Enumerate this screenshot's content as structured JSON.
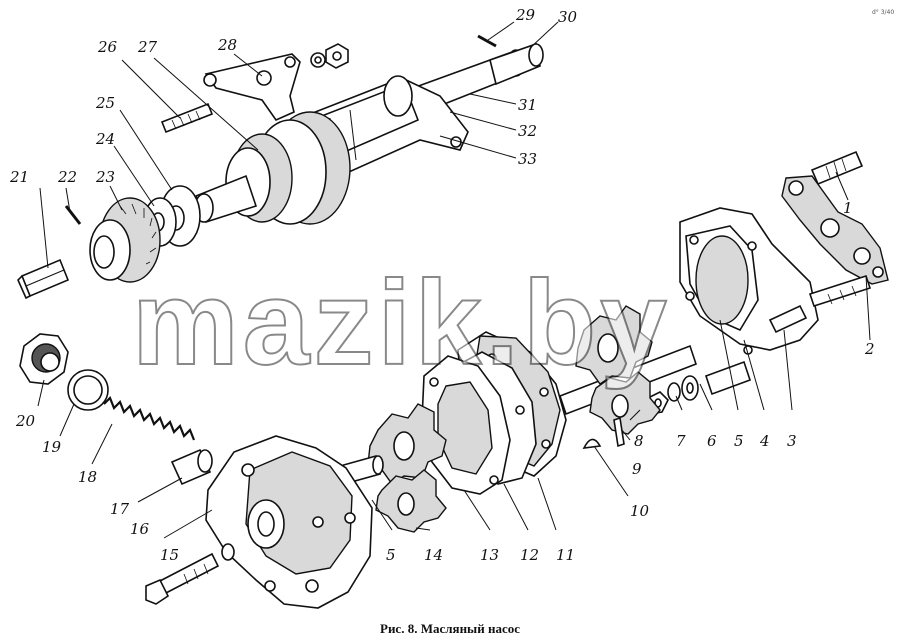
{
  "caption": "Рис. 8. Масляный насос",
  "watermark": "mazik.by",
  "corner_text": "d° 3/40",
  "callouts": [
    {
      "id": "c1",
      "label": "1"
    },
    {
      "id": "c2",
      "label": "2"
    },
    {
      "id": "c3",
      "label": "3"
    },
    {
      "id": "c4",
      "label": "4"
    },
    {
      "id": "c5a",
      "label": "5"
    },
    {
      "id": "c5b",
      "label": "5"
    },
    {
      "id": "c6",
      "label": "6"
    },
    {
      "id": "c7",
      "label": "7"
    },
    {
      "id": "c8",
      "label": "8"
    },
    {
      "id": "c9",
      "label": "9"
    },
    {
      "id": "c10",
      "label": "10"
    },
    {
      "id": "c11",
      "label": "11"
    },
    {
      "id": "c12",
      "label": "12"
    },
    {
      "id": "c13",
      "label": "13"
    },
    {
      "id": "c14",
      "label": "14"
    },
    {
      "id": "c15",
      "label": "15"
    },
    {
      "id": "c16",
      "label": "16"
    },
    {
      "id": "c17",
      "label": "17"
    },
    {
      "id": "c18",
      "label": "18"
    },
    {
      "id": "c19",
      "label": "19"
    },
    {
      "id": "c20",
      "label": "20"
    },
    {
      "id": "c21",
      "label": "21"
    },
    {
      "id": "c22",
      "label": "22"
    },
    {
      "id": "c23",
      "label": "23"
    },
    {
      "id": "c24",
      "label": "24"
    },
    {
      "id": "c25",
      "label": "25"
    },
    {
      "id": "c26",
      "label": "26"
    },
    {
      "id": "c27",
      "label": "27"
    },
    {
      "id": "c28",
      "label": "28"
    },
    {
      "id": "c29",
      "label": "29"
    },
    {
      "id": "c30",
      "label": "30"
    },
    {
      "id": "c31",
      "label": "31"
    },
    {
      "id": "c32",
      "label": "32"
    },
    {
      "id": "c33",
      "label": "33"
    }
  ]
}
